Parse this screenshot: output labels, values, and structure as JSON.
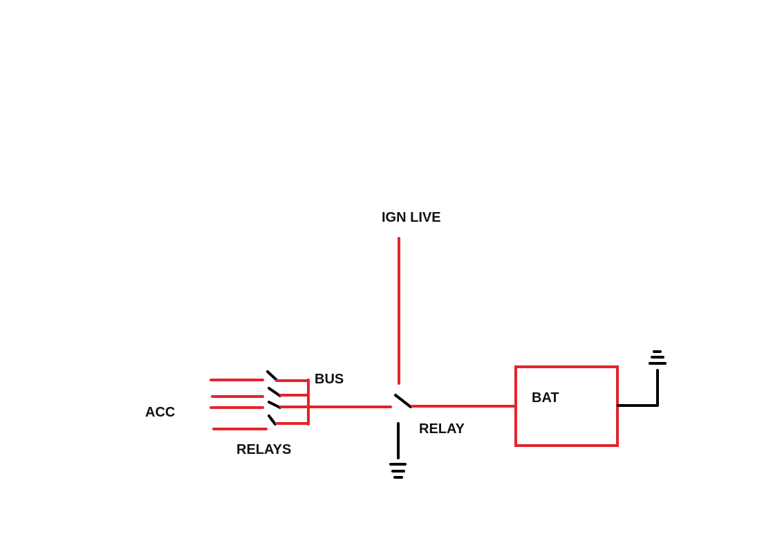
{
  "labels": {
    "ign_live": "IGN LIVE",
    "bus": "BUS",
    "acc": "ACC",
    "relays": "RELAYS",
    "relay": "RELAY",
    "bat": "BAT"
  },
  "colors": {
    "live_wire": "#e3242b",
    "ground_wire": "#000000",
    "background": "#ffffff"
  }
}
